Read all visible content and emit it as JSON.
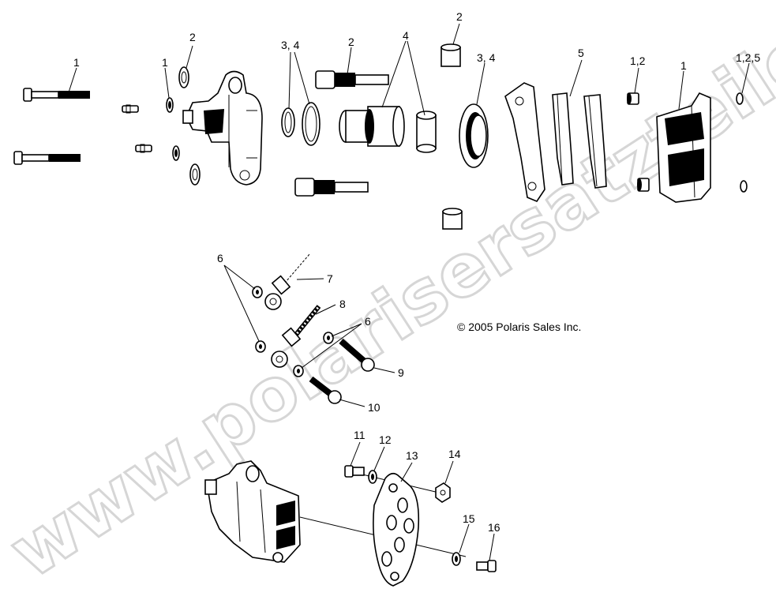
{
  "copyright": "© 2005 Polaris Sales Inc.",
  "watermark": "www.polarisersatzteile.de",
  "callouts": {
    "c1a": "1",
    "c1b": "1",
    "c2a": "2",
    "c34a": "3, 4",
    "c2b": "2",
    "c4": "4",
    "c2c": "2",
    "c34b": "3, 4",
    "c5": "5",
    "c12": "1,2",
    "c1c": "1",
    "c125": "1,2,5",
    "c6a": "6",
    "c7": "7",
    "c8": "8",
    "c6b": "6",
    "c9": "9",
    "c10": "10",
    "c11": "11",
    "c12b": "12",
    "c13": "13",
    "c14": "14",
    "c15": "15",
    "c16": "16"
  }
}
